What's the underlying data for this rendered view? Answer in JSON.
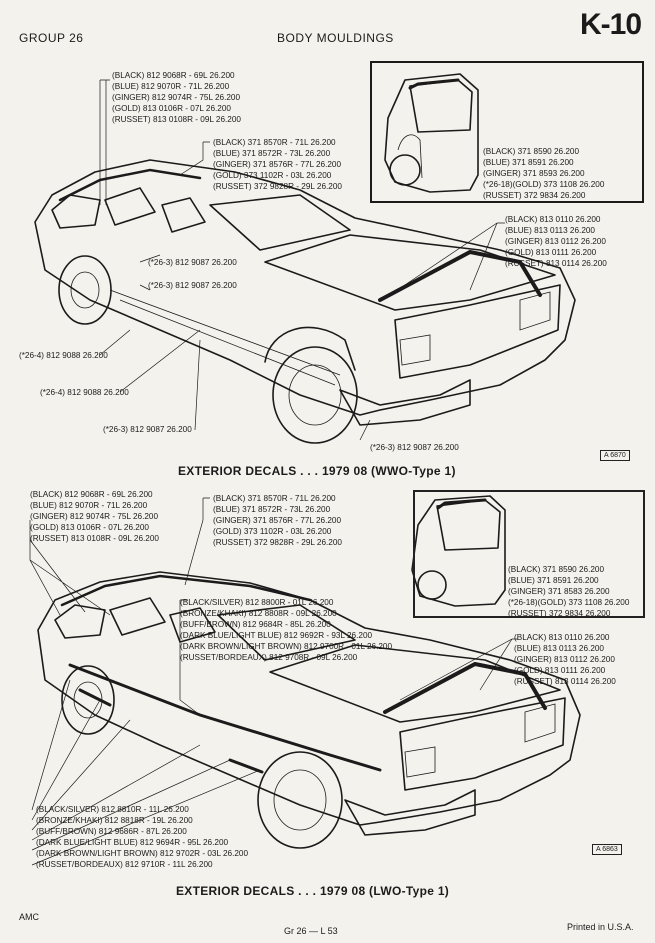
{
  "header": {
    "group": "GROUP 26",
    "title": "BODY MOULDINGS",
    "page_id": "K-10"
  },
  "top": {
    "rear_window": [
      "(BLACK) 812 9068R - 69L  26.200",
      "(BLUE) 812 9070R - 71L  26.200",
      "(GINGER) 812 9074R - 75L  26.200",
      "(GOLD) 813 0106R - 07L  26.200",
      "(RUSSET) 813 0108R - 09L  26.200"
    ],
    "roof": [
      "(BLACK) 371 8570R - 71L  26.200",
      "(BLUE) 371 8572R - 73L  26.200",
      "(GINGER) 371 8576R - 77L  26.200",
      "(GOLD) 373 1102R - 03L  26.200",
      "(RUSSET) 372 9828R - 29L  26.200"
    ],
    "inset": [
      "(BLACK) 371 8590  26.200",
      "(BLUE) 371 8591  26.200",
      "(GINGER) 371 8593  26.200",
      "(*26-18)(GOLD) 373 1108  26.200",
      "(RUSSET) 372 9834  26.200"
    ],
    "hood": [
      "(BLACK) 813 0110  26.200",
      "(BLUE) 813 0113  26.200",
      "(GINGER) 813 0112  26.200",
      "(GOLD) 813 0111  26.200",
      "(RUSSET) 813 0114  26.200"
    ],
    "side": [
      "(*26-3) 812 9087  26.200",
      "(*26-3) 812 9087  26.200",
      "(*26-4) 812 9088  26.200",
      "(*26-4) 812 9088  26.200",
      "(*26-3) 812 9087  26.200",
      "(*26-3) 812 9087  26.200"
    ],
    "fig_no": "A 6870",
    "caption": "EXTERIOR DECALS . . . 1979  08 (WWO-Type 1)"
  },
  "bottom": {
    "rear_window": [
      "(BLACK) 812 9068R - 69L  26.200",
      "(BLUE) 812 9070R - 71L  26.200",
      "(GINGER) 812 9074R - 75L  26.200",
      "(GOLD) 813 0106R - 07L  26.200",
      "(RUSSET) 813 0108R - 09L  26.200"
    ],
    "roof": [
      "(BLACK) 371 8570R - 71L  26.200",
      "(BLUE) 371 8572R - 73L  26.200",
      "(GINGER) 371 8576R - 77L  26.200",
      "(GOLD) 373 1102R - 03L  26.200",
      "(RUSSET) 372 9828R - 29L  26.200"
    ],
    "inset": [
      "(BLACK) 371 8590  26.200",
      "(BLUE) 371 8591  26.200",
      "(GINGER) 371 8583  26.200",
      "(*26-18)(GOLD) 373 1108  26.200",
      "(RUSSET) 372 9834  26.200"
    ],
    "upper_side": [
      "(BLACK/SILVER) 812 8800R - 01L  26.200",
      "(BRONZE/KHAKI) 812 8808R - 09L  26.200",
      "(BUFF/BROWN) 812 9684R - 85L  26.200",
      "(DARK BLUE/LIGHT BLUE) 812 9692R - 93L  26.200",
      "(DARK BROWN/LIGHT BROWN) 812 9700R - 01L  26.200",
      "(RUSSET/BORDEAUX) 812 9708R - 09L  26.200"
    ],
    "hood": [
      "(BLACK) 813 0110  26.200",
      "(BLUE) 813 0113  26.200",
      "(GINGER) 813 0112  26.200",
      "(GOLD) 813 0111  26.200",
      "(RUSSET) 813 0114  26.200"
    ],
    "lower_side": [
      "(BLACK/SILVER) 812 8810R - 11L  26.200",
      "(BRONZE/KHAKI) 812 8818R - 19L  26.200",
      "(BUFF/BROWN) 812 9686R - 87L  26.200",
      "(DARK BLUE/LIGHT BLUE) 812 9694R - 95L  26.200",
      "(DARK BROWN/LIGHT BROWN) 812 9702R - 03L  26.200",
      "(RUSSET/BORDEAUX) 812 9710R - 11L  26.200"
    ],
    "fig_no": "A 6863",
    "caption": "EXTERIOR DECALS . . . 1979  08 (LWO-Type 1)"
  },
  "footer": {
    "left": "AMC",
    "center": "Gr 26  —  L 53",
    "right": "Printed in U.S.A."
  }
}
